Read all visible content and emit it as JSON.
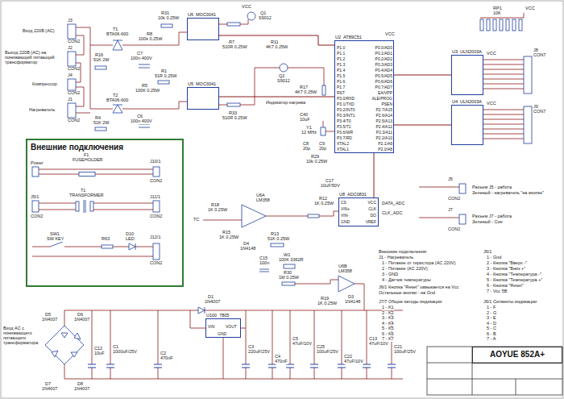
{
  "diagram": {
    "nodes": [
      {
        "text": [
          "Внешние подключения"
        ]
      },
      {
        "text": [
          "U6",
          "MOC3041"
        ]
      },
      {
        "text": [
          "U5",
          "MOC3041"
        ]
      },
      {
        "text": [
          "U2",
          "AT89C51"
        ]
      },
      {
        "text": [
          "U3",
          "ULN2003A"
        ]
      },
      {
        "text": [
          "U4",
          "ULN2003A"
        ]
      },
      {
        "text": [
          "U8",
          "ADC0831"
        ]
      },
      {
        "text": [
          "U100",
          "7805"
        ]
      },
      {
        "text": [
          "AOYUE 852A+"
        ]
      }
    ],
    "edges": [
      {
        "from": 1,
        "to": 3,
        "arrow": "none"
      },
      {
        "from": 2,
        "to": 3,
        "arrow": "none"
      },
      {
        "from": 3,
        "to": 4,
        "arrow": "none"
      },
      {
        "from": 3,
        "to": 5,
        "arrow": "none"
      },
      {
        "from": 6,
        "to": 3,
        "arrow": "none"
      }
    ],
    "labels": [
      "J3",
      "CON2",
      "Вход 220В (AC)",
      "J2",
      "CON2",
      "Выход 220В (AC) на понижающий питающий трансформатор",
      "J4",
      "CON2",
      "Компрессор",
      "J1",
      "CON2",
      "Нагреватель",
      "R31",
      "10k 0.25W",
      "R8",
      "100k 0.25W",
      "T1",
      "BTA06-600",
      "R16",
      "51K 2W",
      "C7",
      "100n 400V",
      "R1",
      "51R 0.25W",
      "R5",
      "100K 0.25W",
      "T2",
      "BTA06-600",
      "R4",
      "51K 2W",
      "C6",
      "100n 400V",
      "R7",
      "510R 0.25W",
      "Q1",
      "S9012",
      "R11",
      "4K7 0.25W",
      "R33",
      "510R 0.25W",
      "Q2",
      "S9012",
      "R17",
      "4K7 0.25W",
      "Индикатор нагрева",
      "C40",
      "10uF",
      "Y1",
      "12 MHz",
      "C8",
      "20p",
      "C9",
      "20p",
      "R29",
      "10k 0.25W",
      "P1.0",
      "P1.1",
      "P1.2",
      "P1.3",
      "P1.4",
      "P1.5",
      "P1.6",
      "P1.7",
      "RST",
      "P3.0/RXD",
      "P3.1/TXD",
      "P3.2/INT0",
      "P3.3/INT1",
      "P3.4/T0",
      "P3.5/T1",
      "P3.6/WR",
      "P3.7/RD",
      "XTAL2",
      "XTAL1",
      "P0.0/AD0",
      "P0.1/AD1",
      "P0.2/AD2",
      "P0.3/AD3",
      "P0.4/AD4",
      "P0.5/AD5",
      "P0.6/AD6",
      "P0.7/AD7",
      "EA/VPP",
      "ALE/PROG",
      "PSEN",
      "P2.7/A15",
      "P2.6/A14",
      "P2.5/A13",
      "P2.4/A12",
      "P2.3/A11",
      "P2.2/A10",
      "P2.1/A9",
      "P2.0/A8",
      "RP1",
      "10K",
      "VCC",
      "VCC",
      "VCC",
      "VCC",
      "VCC",
      "J8",
      "CON7",
      "J9",
      "CON7",
      "J5",
      "CON2",
      "Разъем J5 - работа",
      "Зеленый - нагреватель \"на кнопке\"",
      "J7",
      "CON2",
      "Разъем J7 - работа",
      "Зеленый - Сон",
      "U6A",
      "LM358",
      "R18",
      "1K 0.25W",
      "TC",
      "R15",
      "1K 0.25W",
      "D4",
      "1N4148",
      "R13",
      "51K 0.25W",
      "C15",
      "100n",
      "W1",
      "100K 3362R",
      "R12",
      "1K 0.25W",
      "C17",
      "10uF/50V",
      "CS",
      "VIN+",
      "VIN-",
      "GND",
      "VCC",
      "CLK",
      "DO",
      "VREF",
      "DATA_ADC",
      "CLK_ADC",
      "R30",
      "1M 0.25W",
      "U6B",
      "LM358",
      "R19",
      "1K 0.25W",
      "D3",
      "1N4148",
      "Power",
      "F1",
      "FUSEHOLDER",
      "J10/1",
      "CON2",
      "J5/1",
      "CON2",
      "T1",
      "TRANSFORMER",
      "J11/1",
      "CON2",
      "SW1",
      "SW KEY",
      "R63",
      "D10",
      "LED",
      "J12/1",
      "CON2",
      "Вход AC с понижающего питающего трансформатора",
      "D5",
      "1N4007",
      "D6",
      "1N4007",
      "D7",
      "1N4007",
      "D8",
      "1N4007",
      "C12",
      "10uF",
      "C1",
      "1000uF/25V",
      "D1",
      "1N4007",
      "C2",
      "470nF",
      "C3",
      "220uF/25V",
      "C4",
      "470nF",
      "C5",
      "47uF/10V",
      "C25",
      "100uF/25V",
      "C22",
      "47uF/10V",
      "C13",
      "47uF/10V",
      "C21",
      "100uF/25V",
      "VIN",
      "VOUT",
      "GND",
      "Внешние подключения:",
      "J1 - Нагреватель",
      "1 - Питание от тиристора (AC 220V)",
      "2 - Питание (AC 220V)",
      "3 - GND",
      "4 - Датчик температуры",
      "J6/1 Кнопка \"Reset\" замыкается на Vcc",
      "Остальные кнопки - на Gnd",
      "J6/1",
      "1 - Gnd",
      "2 - Кнопка \"Вверх -\"",
      "3 - Кнопка \"Вниз +\"",
      "4 - Кнопка \"Температура -\"",
      "5 - Кнопка \"Температура +\"",
      "6 - Кнопка \"Reset\"",
      "7 - Vcc 5В",
      "J7/7 Общие катоды индикации",
      "1 - K1",
      "2 - K2",
      "3 - K3",
      "4 - K4",
      "5 - K5",
      "6 - K6",
      "7 - K7",
      "J6/1 Сегменты индикации",
      "1 - F",
      "2 - G",
      "3 - E",
      "4 - D",
      "5 - C",
      "6 - B",
      "7 - A"
    ]
  }
}
